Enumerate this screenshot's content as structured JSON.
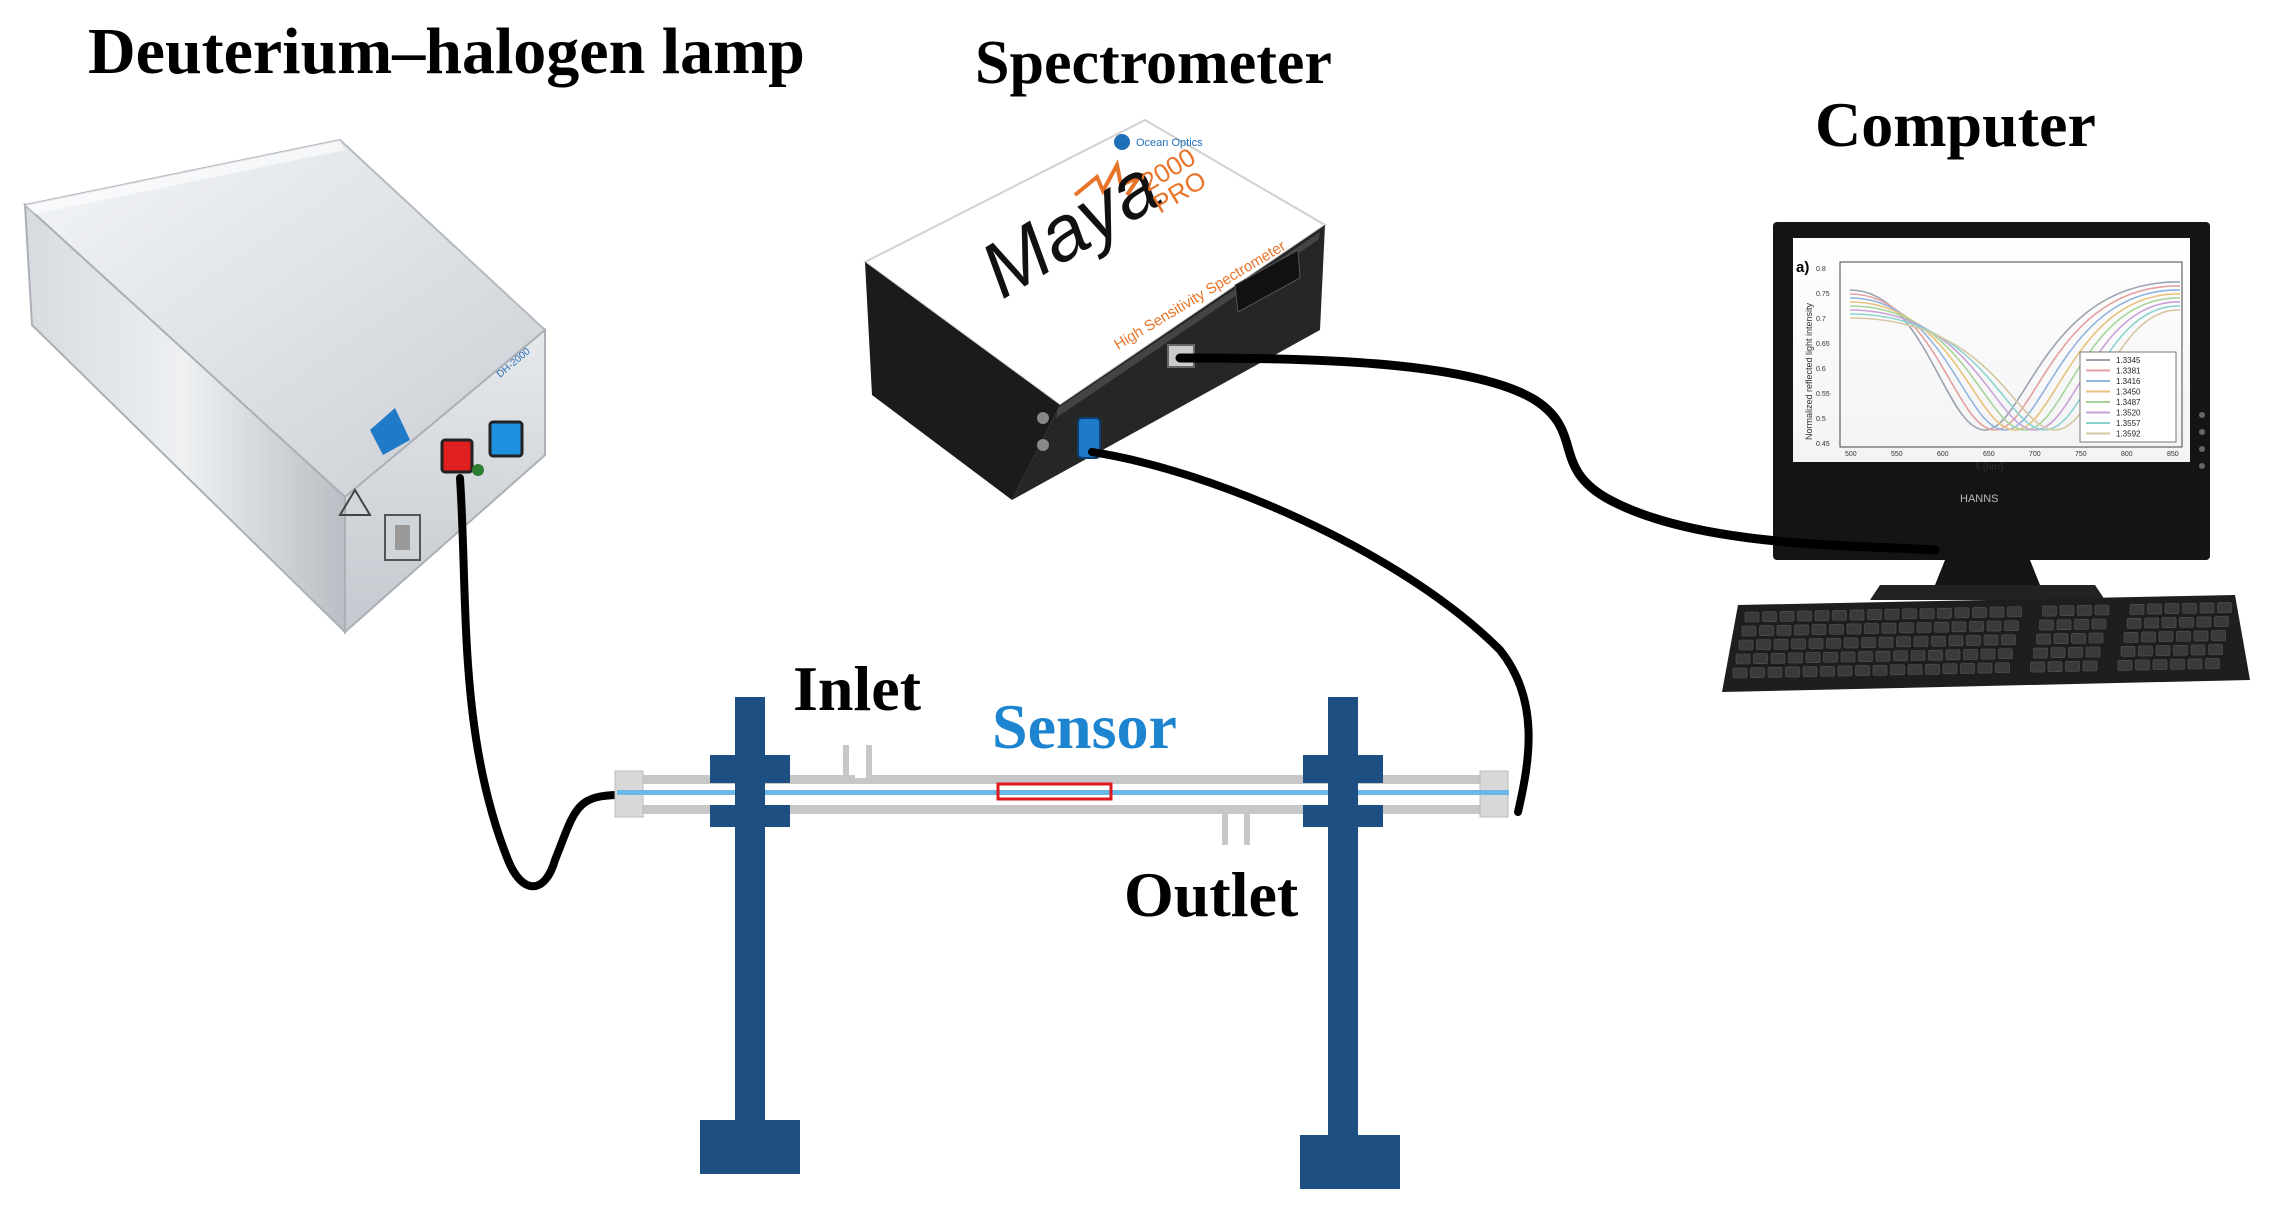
{
  "labels": {
    "lamp": "Deuterium–halogen lamp",
    "spectrometer": "Spectrometer",
    "computer": "Computer",
    "inlet": "Inlet",
    "sensor": "Sensor",
    "outlet": "Outlet"
  },
  "spectrometer_device": {
    "brand": "Maya",
    "model_number": "2000",
    "model_suffix": "PRO",
    "subtitle": "High Sensitivity Spectrometer",
    "maker": "Ocean Optics"
  },
  "monitor": {
    "brand": "HANNS",
    "panel_label": "a)",
    "plot_ylabel": "Normalized reflected light intensity",
    "plot_xlabel": "λ (nm)",
    "plot_yticks": [
      "0.8",
      "0.75",
      "0.7",
      "0.65",
      "0.6",
      "0.55",
      "0.5",
      "0.45"
    ],
    "plot_xticks": [
      "500",
      "550",
      "600",
      "650",
      "700",
      "750",
      "800",
      "850"
    ],
    "legend": [
      "1.3345",
      "1.3381",
      "1.3416",
      "1.3450",
      "1.3487",
      "1.3520",
      "1.3557",
      "1.3592"
    ],
    "curve_colors": [
      "#9aa3b0",
      "#e4a0a0",
      "#8fb4e0",
      "#e8c27a",
      "#a6d49a",
      "#c9a2d8",
      "#8ad3cf",
      "#d6c7a4"
    ]
  },
  "colors": {
    "sensor_text": "#1d84d0",
    "sensor_box": "#e0191f",
    "fiber": "#6bb7e6",
    "stand": "#1d4f83"
  }
}
